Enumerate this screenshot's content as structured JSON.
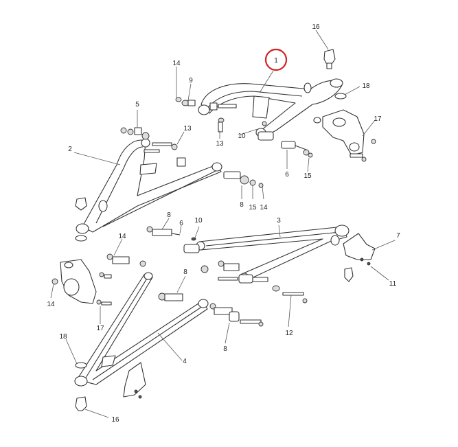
{
  "highlight_color": "#d32020",
  "callouts": {
    "c1": "1",
    "c2": "2",
    "c3": "3",
    "c4": "4",
    "c5": "5",
    "c6a": "6",
    "c6b": "6",
    "c7": "7",
    "c8a": "8",
    "c8b": "8",
    "c8c": "8",
    "c8d": "8",
    "c9": "9",
    "c10a": "10",
    "c10b": "10",
    "c11": "11",
    "c12": "12",
    "c13a": "13",
    "c13b": "13",
    "c14a": "14",
    "c14b": "14",
    "c14c": "14",
    "c14d": "14",
    "c15a": "15",
    "c15b": "15",
    "c16a": "16",
    "c16b": "16",
    "c17a": "17",
    "c17b": "17",
    "c18a": "18",
    "c18b": "18"
  }
}
